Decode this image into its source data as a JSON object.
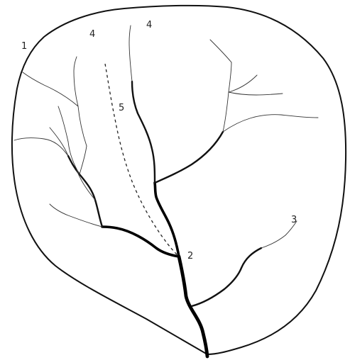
{
  "labels": {
    "basin_outline": "1",
    "outlet": "2",
    "tributary_right": "3",
    "headwater_left": "4",
    "headwater_center": "4",
    "divide_line": "5"
  },
  "colors": {
    "ink": "#111111",
    "background": "#ffffff"
  }
}
